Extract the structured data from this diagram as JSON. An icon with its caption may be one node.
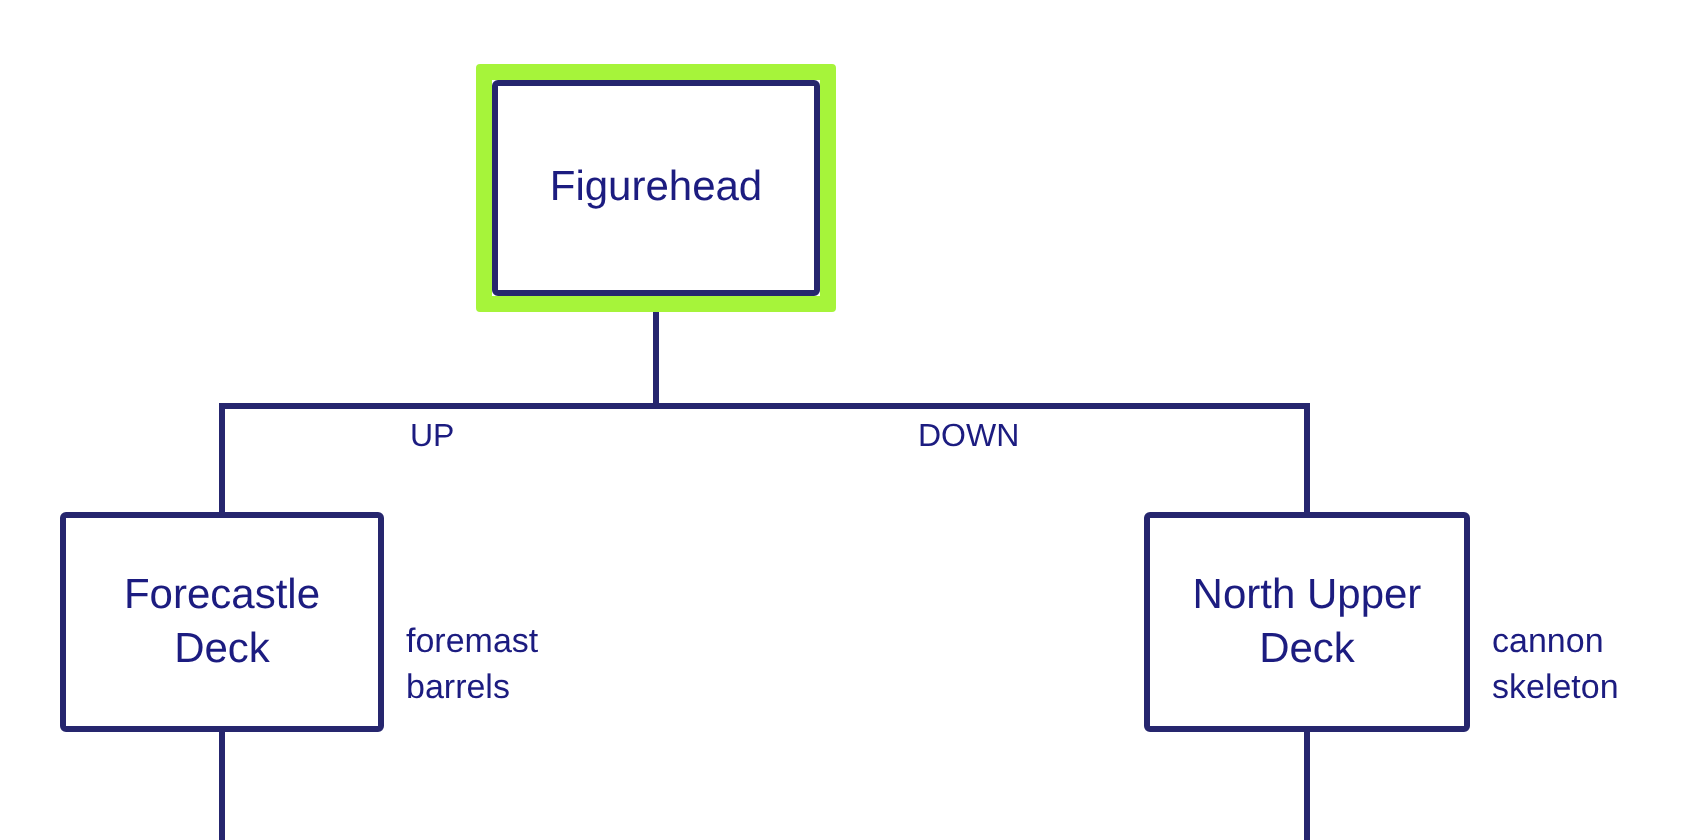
{
  "diagram": {
    "nodes": [
      {
        "text": [
          "Figurehead"
        ]
      },
      {
        "text": [
          "Forecastle Deck"
        ],
        "beside": [
          "foremast barrels"
        ]
      },
      {
        "text": [
          "North Upper Deck"
        ],
        "beside": [
          "cannon skeleton"
        ]
      }
    ],
    "edges": [
      {
        "from": 0,
        "to": 1,
        "arrow": "none",
        "label": "UP"
      },
      {
        "from": 0,
        "to": 2,
        "arrow": "none",
        "label": "DOWN"
      },
      {
        "from": 1,
        "to": null,
        "arrow": "none"
      },
      {
        "from": 2,
        "to": null,
        "arrow": "none"
      }
    ]
  }
}
